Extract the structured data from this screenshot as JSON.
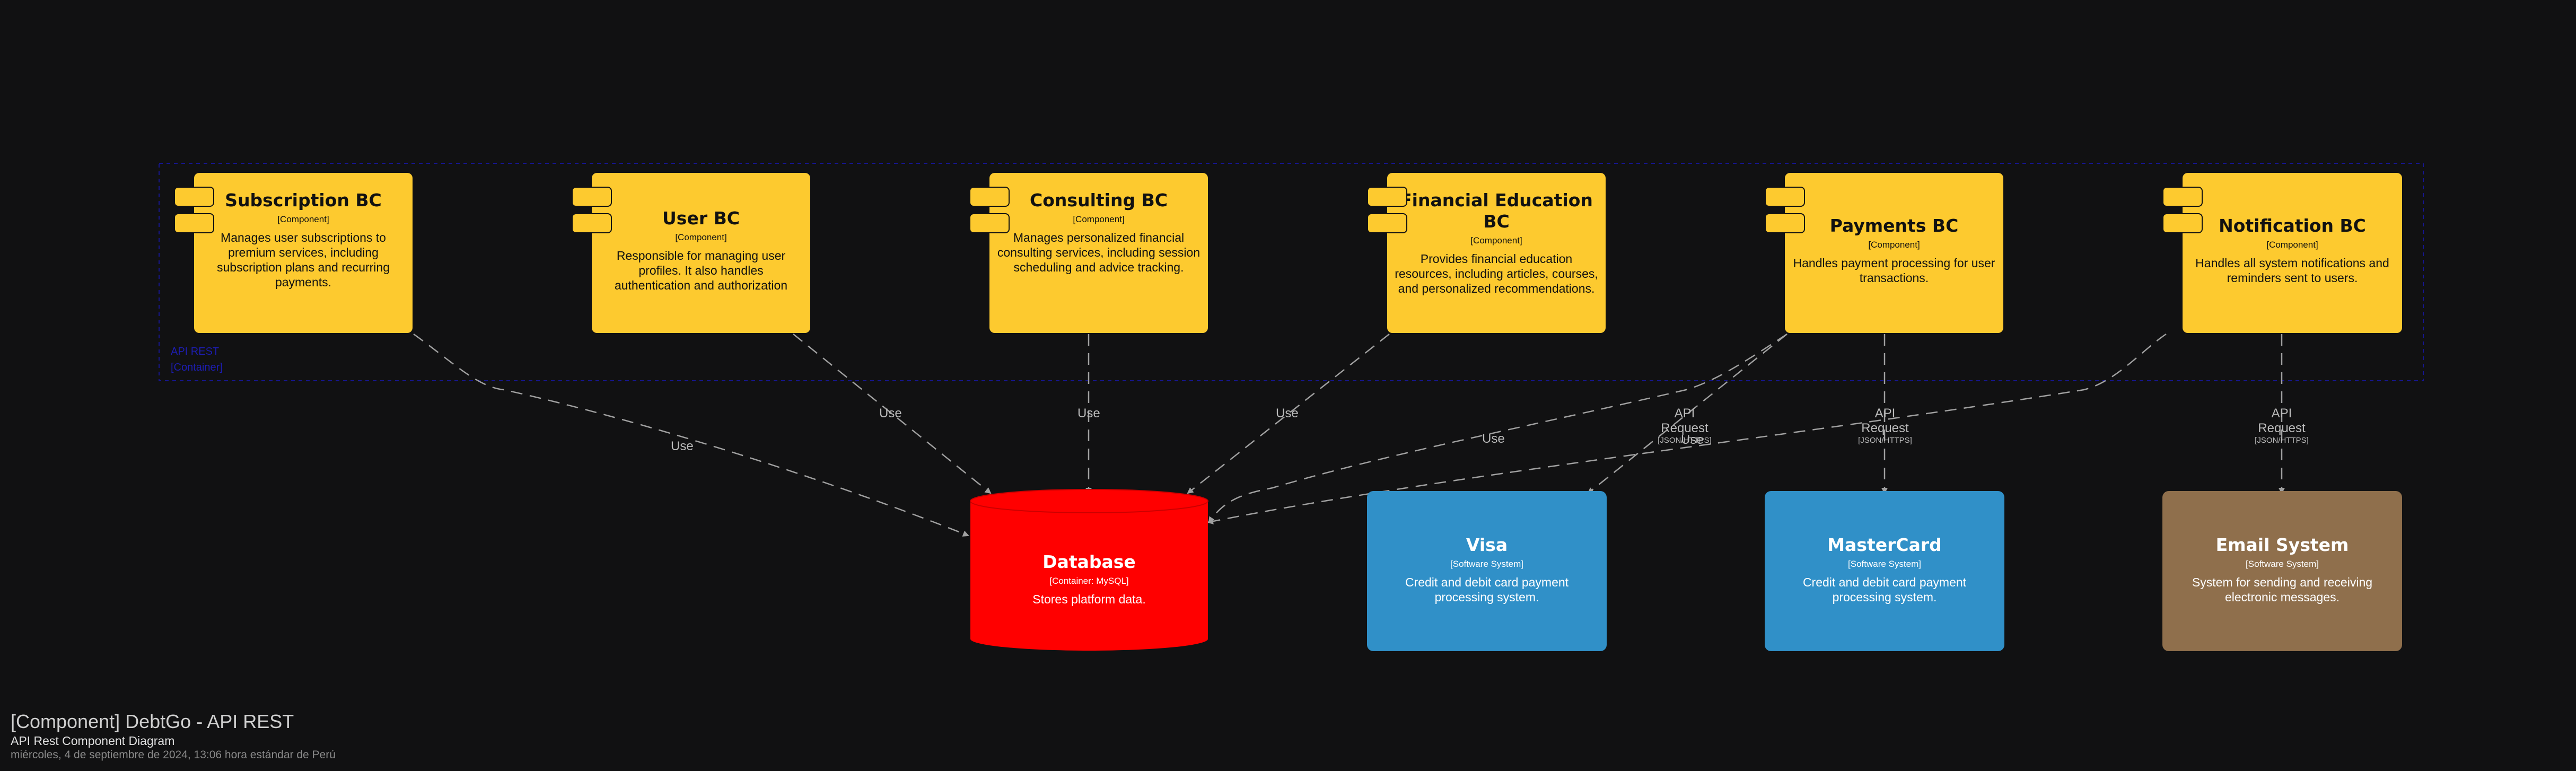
{
  "diagram": {
    "title": "[Component] DebtGo - API REST",
    "subtitle": "API Rest Component Diagram",
    "datetime": "miércoles, 4 de septiembre de 2024, 13:06 hora estándar de Perú",
    "boundary_label": [
      "API REST",
      "[Container]"
    ]
  },
  "components": [
    {
      "name": "Subscription BC",
      "type": "[Component]",
      "desc": "Manages user subscriptions to premium services, including subscription plans and recurring payments."
    },
    {
      "name": "User BC",
      "type": "[Component]",
      "desc": "Responsible for managing user profiles. It also handles authentication and authorization"
    },
    {
      "name": "Consulting BC",
      "type": "[Component]",
      "desc": "Manages personalized financial consulting services, including session scheduling and advice tracking."
    },
    {
      "name": "Financial Education BC",
      "type": "[Component]",
      "desc": "Provides financial education resources, including articles, courses, and personalized recommendations."
    },
    {
      "name": "Payments BC",
      "type": "[Component]",
      "desc": "Handles payment processing for user transactions."
    },
    {
      "name": "Notification BC",
      "type": "[Component]",
      "desc": "Handles all system notifications and reminders sent to users."
    }
  ],
  "database": {
    "name": "Database",
    "type": "[Container: MySQL]",
    "desc": "Stores platform data."
  },
  "externals": [
    {
      "name": "Visa",
      "type": "[Software System]",
      "desc": "Credit and debit card payment processing system.",
      "color": "#3090c8"
    },
    {
      "name": "MasterCard",
      "type": "[Software System]",
      "desc": "Credit and debit card payment processing system.",
      "color": "#3090c8"
    },
    {
      "name": "Email System",
      "type": "[Software System]",
      "desc": "System for sending and receiving electronic messages.",
      "color": "#8f6f4c"
    }
  ],
  "relations": [
    {
      "label": "Use",
      "tech": ""
    },
    {
      "label": "Use",
      "tech": ""
    },
    {
      "label": "Use",
      "tech": ""
    },
    {
      "label": "Use",
      "tech": ""
    },
    {
      "label": "Use",
      "tech": ""
    },
    {
      "label": "Use",
      "tech": ""
    },
    {
      "label": "API Request",
      "tech": "[JSON/HTTPS]"
    },
    {
      "label": "API Request",
      "tech": "[JSON/HTTPS]"
    },
    {
      "label": "API Request",
      "tech": "[JSON/HTTPS]"
    }
  ],
  "colors": {
    "component": "#fdca2f",
    "database": "#ff0000",
    "background": "#111112",
    "edge": "#a0a0a0"
  }
}
